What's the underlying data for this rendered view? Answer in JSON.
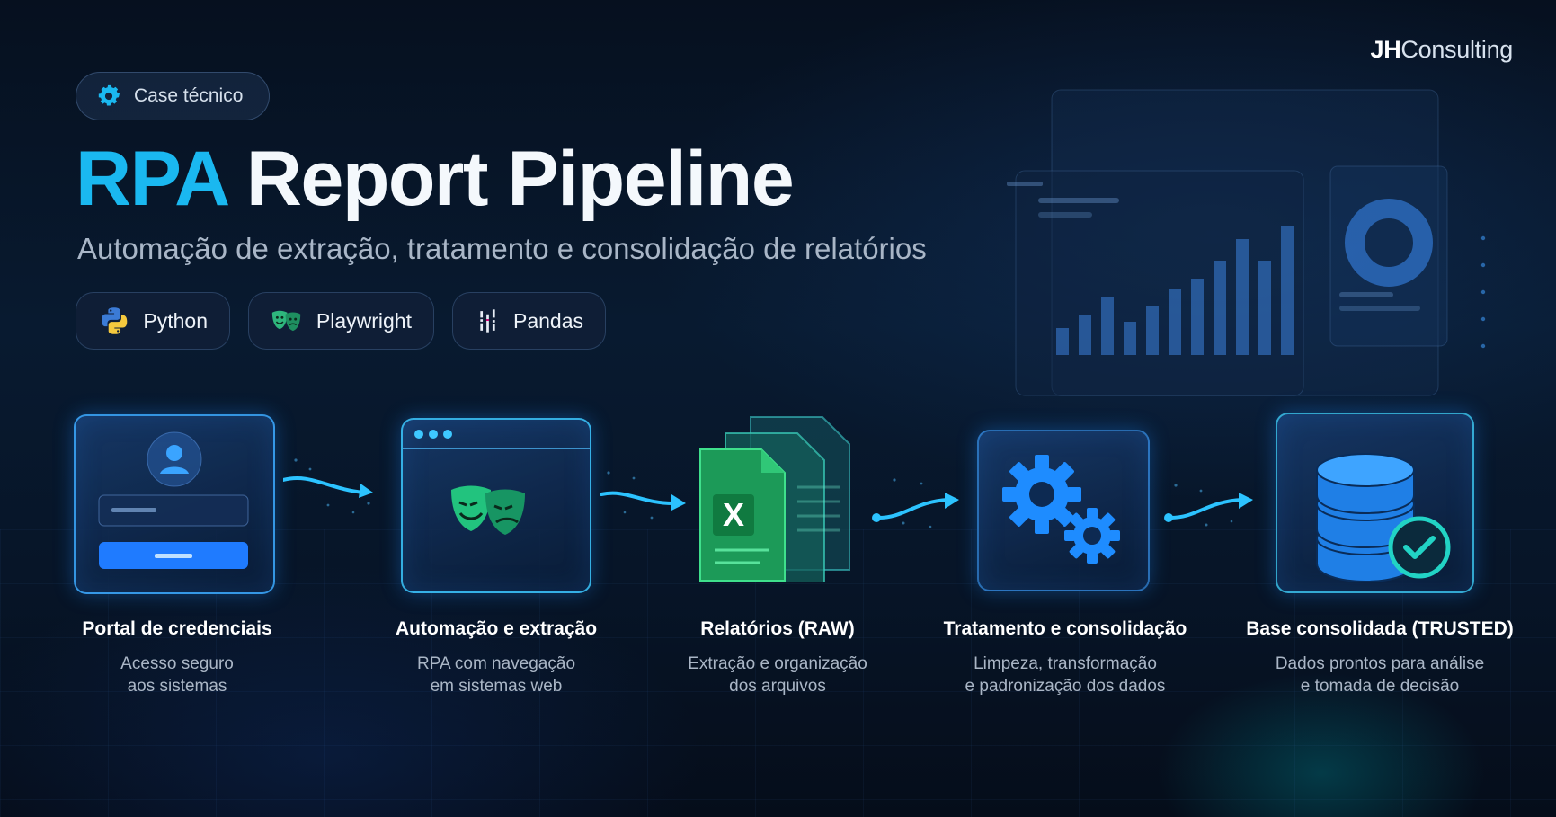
{
  "brand": {
    "bold": "JH",
    "rest": "Consulting"
  },
  "badge": {
    "label": "Case técnico",
    "icon": "gear-icon"
  },
  "title": {
    "accent": "RPA",
    "rest": "Report Pipeline"
  },
  "subtitle": "Automação de extração, tratamento e consolidação de relatórios",
  "tech": [
    {
      "label": "Python",
      "icon": "python-icon"
    },
    {
      "label": "Playwright",
      "icon": "playwright-icon"
    },
    {
      "label": "Pandas",
      "icon": "pandas-icon"
    }
  ],
  "steps": [
    {
      "title": "Portal de credenciais",
      "desc1": "Acesso seguro",
      "desc2": "aos sistemas",
      "icon": "login-form-icon"
    },
    {
      "title": "Automação e extração",
      "desc1": "RPA com navegação",
      "desc2": "em sistemas web",
      "icon": "browser-masks-icon"
    },
    {
      "title": "Relatórios (RAW)",
      "desc1": "Extração e organização",
      "desc2": "dos arquivos",
      "icon": "excel-files-icon"
    },
    {
      "title": "Tratamento e consolidação",
      "desc1": "Limpeza, transformação",
      "desc2": "e padronização dos dados",
      "icon": "gears-icon"
    },
    {
      "title": "Base consolidada (TRUSTED)",
      "desc1": "Dados prontos para análise",
      "desc2": "e tomada de decisão",
      "icon": "database-check-icon"
    }
  ],
  "colors": {
    "accent": "#1ab8f0",
    "card_border": "#3caaff",
    "excel_green": "#1f9e5a",
    "check_teal": "#22d3c5"
  }
}
